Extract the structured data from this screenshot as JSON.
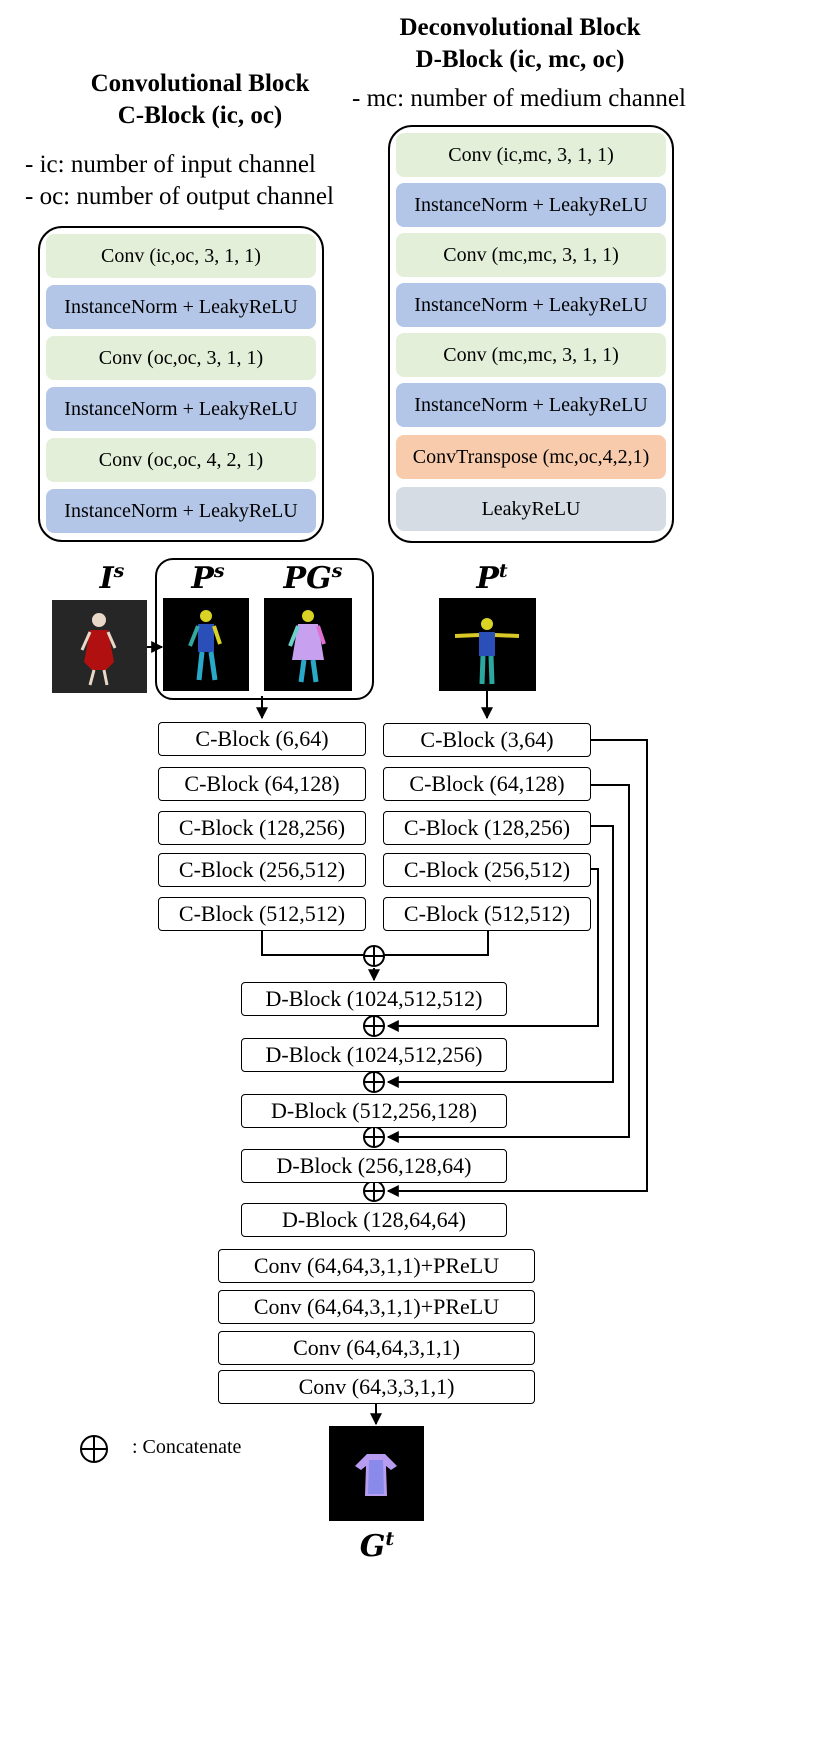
{
  "cblock": {
    "title1": "Convolutional Block",
    "title2": "C-Block (ic, oc)",
    "note1": "- ic: number of input channel",
    "note2": "- oc: number of output channel",
    "layers": [
      {
        "text": "Conv (ic,oc, 3, 1, 1)",
        "color": "green"
      },
      {
        "text": "InstanceNorm + LeakyReLU",
        "color": "blue"
      },
      {
        "text": "Conv (oc,oc, 3, 1, 1)",
        "color": "green"
      },
      {
        "text": "InstanceNorm + LeakyReLU",
        "color": "blue"
      },
      {
        "text": "Conv (oc,oc, 4, 2, 1)",
        "color": "green"
      },
      {
        "text": "InstanceNorm + LeakyReLU",
        "color": "blue"
      }
    ]
  },
  "dblock": {
    "title1": "Deconvolutional Block",
    "title2": "D-Block (ic, mc, oc)",
    "note1": "- mc: number of medium channel",
    "layers": [
      {
        "text": "Conv (ic,mc, 3, 1, 1)",
        "color": "green"
      },
      {
        "text": "InstanceNorm + LeakyReLU",
        "color": "blue"
      },
      {
        "text": "Conv (mc,mc, 3, 1, 1)",
        "color": "green"
      },
      {
        "text": "InstanceNorm + LeakyReLU",
        "color": "blue"
      },
      {
        "text": "Conv (mc,mc, 3, 1, 1)",
        "color": "green"
      },
      {
        "text": "InstanceNorm + LeakyReLU",
        "color": "blue"
      },
      {
        "text": "ConvTranspose (mc,oc,4,2,1)",
        "color": "peach"
      },
      {
        "text": "LeakyReLU",
        "color": "grey"
      }
    ]
  },
  "inputs": {
    "source_image": "I",
    "source_image_sup": "s",
    "source_pose": "P",
    "source_pose_sup": "s",
    "source_garment": "PG",
    "source_garment_sup": "s",
    "target_pose": "P",
    "target_pose_sup": "t"
  },
  "encoder_left": [
    "C-Block (6,64)",
    "C-Block (64,128)",
    "C-Block (128,256)",
    "C-Block (256,512)",
    "C-Block (512,512)"
  ],
  "encoder_right": [
    "C-Block (3,64)",
    "C-Block (64,128)",
    "C-Block (128,256)",
    "C-Block (256,512)",
    "C-Block (512,512)"
  ],
  "decoder": [
    "D-Block (1024,512,512)",
    "D-Block (1024,512,256)",
    "D-Block (512,256,128)",
    "D-Block (256,128,64)",
    "D-Block (128,64,64)"
  ],
  "head": [
    "Conv (64,64,3,1,1)+PReLU",
    "Conv (64,64,3,1,1)+PReLU",
    "Conv (64,64,3,1,1)",
    "Conv (64,3,3,1,1)"
  ],
  "output": {
    "symbol": "G",
    "sup": "t"
  },
  "legend": {
    "symbol": "⊕",
    "text": ": Concatenate"
  },
  "colors": {
    "green": "#e3efd9",
    "blue": "#b4c6e7",
    "peach": "#f8cbad",
    "grey": "#d6dce4"
  }
}
